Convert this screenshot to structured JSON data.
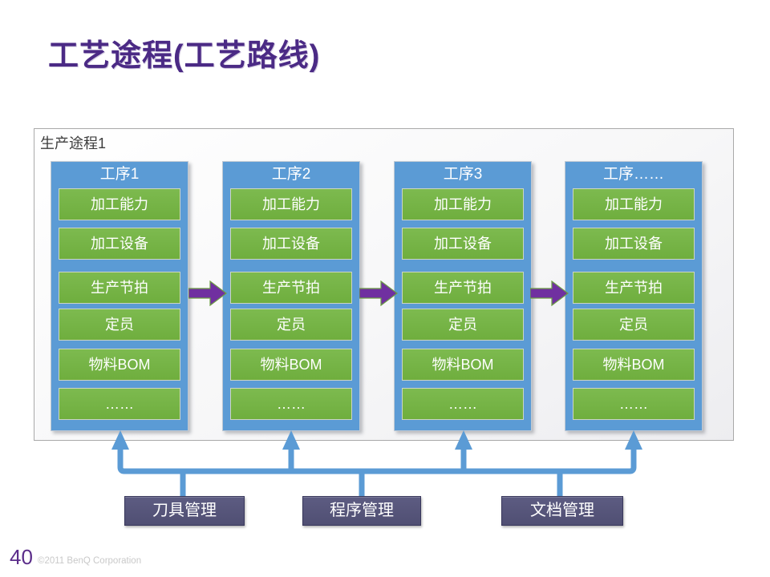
{
  "slide": {
    "title": "工艺途程(工艺路线)",
    "page_number": "40",
    "copyright": "©2011 BenQ Corporation"
  },
  "panel": {
    "label": "生产途程1",
    "columns": [
      {
        "title": "工序1",
        "items": [
          "加工能力",
          "加工设备",
          "生产节拍",
          "定员",
          "物料BOM",
          "……"
        ]
      },
      {
        "title": "工序2",
        "items": [
          "加工能力",
          "加工设备",
          "生产节拍",
          "定员",
          "物料BOM",
          "……"
        ]
      },
      {
        "title": "工序3",
        "items": [
          "加工能力",
          "加工设备",
          "生产节拍",
          "定员",
          "物料BOM",
          "……"
        ]
      },
      {
        "title": "工序……",
        "items": [
          "加工能力",
          "加工设备",
          "生产节拍",
          "定员",
          "物料BOM",
          "……"
        ]
      }
    ]
  },
  "management_boxes": [
    {
      "label": "刀具管理"
    },
    {
      "label": "程序管理"
    },
    {
      "label": "文档管理"
    }
  ],
  "colors": {
    "title_purple": "#4B2A85",
    "column_blue": "#5B9BD5",
    "item_green": "#76B245",
    "flow_arrow_purple": "#7030A0",
    "connector_blue": "#5B9BD5",
    "management_box_purple": "#57567B",
    "panel_border_gray": "#A9A9A9"
  }
}
